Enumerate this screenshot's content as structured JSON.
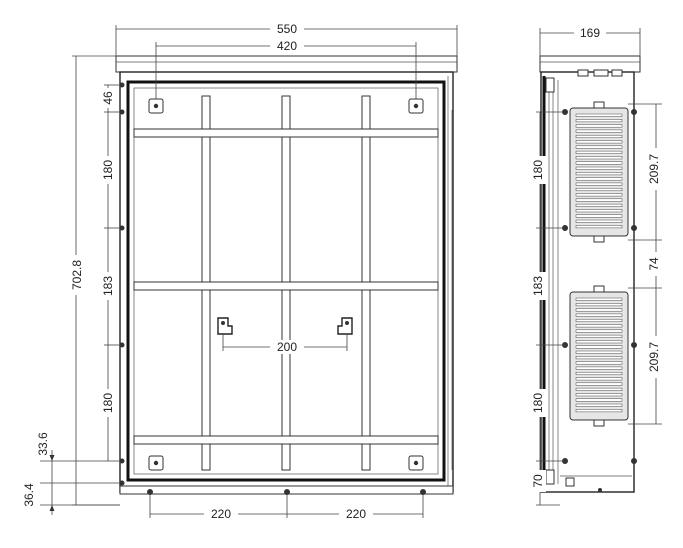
{
  "front_view": {
    "dim_top_outer": "550",
    "dim_top_inner": "420",
    "dim_overall_height": "702.8",
    "dim_left_46": "46",
    "dim_left_180_top": "180",
    "dim_left_183": "183",
    "dim_left_180_bottom": "180",
    "dim_33_6": "33.6",
    "dim_36_4": "36.4",
    "dim_center_200": "200",
    "dim_bottom_220_left": "220",
    "dim_bottom_220_right": "220"
  },
  "side_view": {
    "dim_top_169": "169",
    "dim_left_180_top": "180",
    "dim_left_183": "183",
    "dim_left_180_bottom": "180",
    "dim_left_70": "70",
    "dim_right_209_7_top": "209.7",
    "dim_right_74": "74",
    "dim_right_209_7_bottom": "209.7"
  }
}
